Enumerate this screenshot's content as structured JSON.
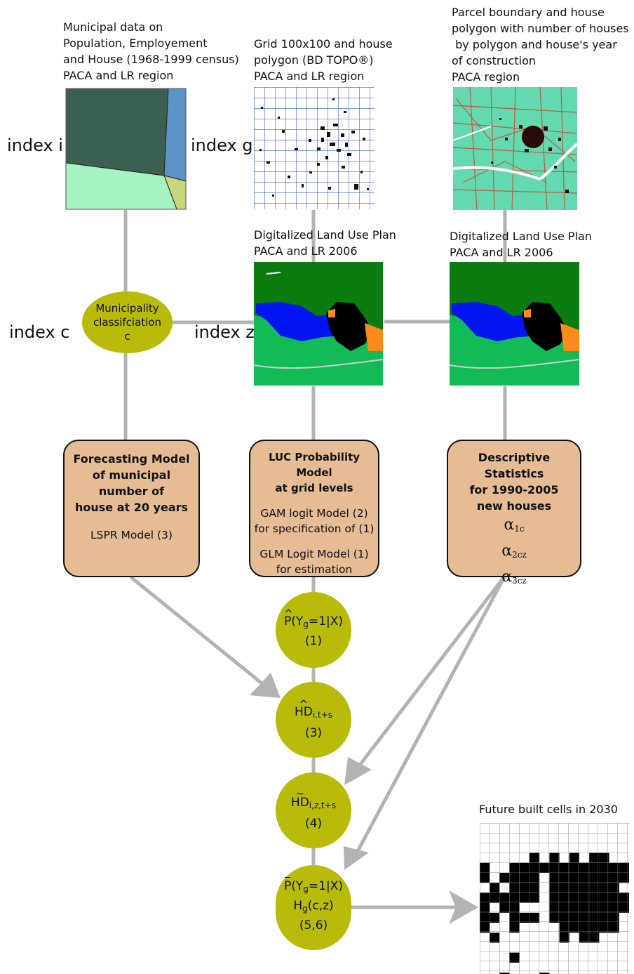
{
  "sources": {
    "municipal": "Municipal data on\nPopulation, Employement\nand House (1968-1999 census)\nPACA and LR region",
    "grid": "Grid 100x100 and house\npolygon (BD TOPO®)\nPACA and LR region",
    "parcel": "Parcel boundary and house\npolygon with number of houses\n by polygon and house's year\nof construction\nPACA region",
    "landuse_left": "Digitalized Land Use Plan\nPACA and LR 2006",
    "landuse_right": "Digitalized Land Use Plan\nPACA and LR 2006",
    "future": "Future built cells in 2030"
  },
  "indices": {
    "i": "index i",
    "g": "index g",
    "c": "index c",
    "z": "index z"
  },
  "classification": {
    "line1": "Municipality",
    "line2": "classifciation",
    "line3": "c"
  },
  "models": {
    "forecast": {
      "title1": "Forecasting Model",
      "title2": "of municipal",
      "title3": "number of",
      "title4": "house at 20 years",
      "body": "LSPR Model (3)"
    },
    "luc": {
      "title1": "LUC Probability Model",
      "title2": "at grid levels",
      "body1": "GAM logit Model (2)",
      "body2": "for specification of (1)",
      "body3": "GLM Logit Model (1)",
      "body4": "for estimation"
    },
    "descriptive": {
      "title1": "Descriptive Statistics",
      "title2": "for 1990-2005",
      "title3": "new houses",
      "alpha": "α",
      "a1": "1c",
      "a2": "2cz",
      "a3": "3cz"
    }
  },
  "nodes": {
    "n1": {
      "pre": "P",
      "paren": "(Y",
      "sub": "g",
      "post": "=1|X)",
      "num": "(1)"
    },
    "n2": {
      "pre": "HD",
      "sub": "i,t+s",
      "num": "(3)"
    },
    "n3": {
      "pre": "HD",
      "sub": "i,z,t+s",
      "num": "(4)"
    },
    "n4": {
      "pre": "P",
      "paren": "(Y",
      "sub": "g",
      "post": "=1|X)",
      "h": "H",
      "hsub": "g",
      "hpost": "(c,z)",
      "num": "(5,6)"
    }
  },
  "colors": {
    "connector": "#b3b3b3",
    "box_fill": "#e6bc95",
    "node_fill": "#b8bb09",
    "map_dark_green": "#3b5f50",
    "map_light_green": "#a5f3c3",
    "map_blue": "#5b94c4",
    "luc_forest": "#0b7d10",
    "luc_field": "#13bb56",
    "luc_blue": "#0015f0",
    "luc_orange": "#ff8a1c",
    "grid_line": "#3a64d6",
    "parcel_bg": "#62d9ae",
    "parcel_line": "#c15a44"
  }
}
